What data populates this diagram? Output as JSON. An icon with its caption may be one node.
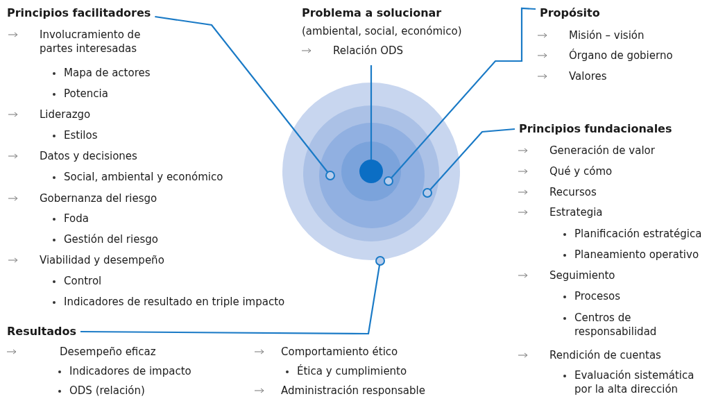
{
  "diagram": {
    "nodes": [
      {
        "text": [
          "Principios facilitadores",
          "Involucramiento de partes interesadas",
          "Mapa de actores",
          "Potencia",
          "Liderazgo",
          "Estilos",
          "Datos y decisiones",
          "Social, ambiental y económico",
          "Gobernanza del riesgo",
          "Foda",
          "Gestión del riesgo",
          "Viabilidad y desempeño",
          "Control",
          "Indicadores de resultado en triple impacto"
        ]
      },
      {
        "text": [
          "Problema a solucionar",
          "(ambiental, social, económico)",
          "Relación ODS"
        ]
      },
      {
        "text": [
          "Propósito",
          "Misión – visión",
          "Órgano de gobierno",
          "Valores"
        ]
      },
      {
        "text": [
          "Principios fundacionales",
          "Generación de valor",
          "Qué y cómo",
          "Recursos",
          "Estrategia",
          "Planificación estratégica",
          "Planeamiento operativo",
          "Seguimiento",
          "Procesos",
          "Centros de responsabilidad",
          "Rendición de cuentas",
          "Evaluación sistemática por la alta dirección"
        ]
      },
      {
        "text": [
          "Resultados",
          "Desempeño eficaz",
          "Indicadores de impacto",
          "ODS (relación)",
          "Comportamiento ético",
          "Ética y cumplimiento",
          "Administración responsable"
        ]
      },
      {
        "text": [],
        "shape": "circle"
      },
      {
        "text": [],
        "shape": "circle"
      },
      {
        "text": [],
        "shape": "circle"
      },
      {
        "text": [],
        "shape": "circle"
      },
      {
        "text": [],
        "shape": "circle"
      }
    ],
    "edges": [
      {
        "from": 0,
        "to": 5,
        "arrow": "none"
      },
      {
        "from": 1,
        "to": 6,
        "arrow": "none"
      },
      {
        "from": 2,
        "to": 8,
        "arrow": "none"
      },
      {
        "from": 3,
        "to": 9,
        "arrow": "none"
      },
      {
        "from": 4,
        "to": 7,
        "arrow": "none"
      }
    ]
  }
}
